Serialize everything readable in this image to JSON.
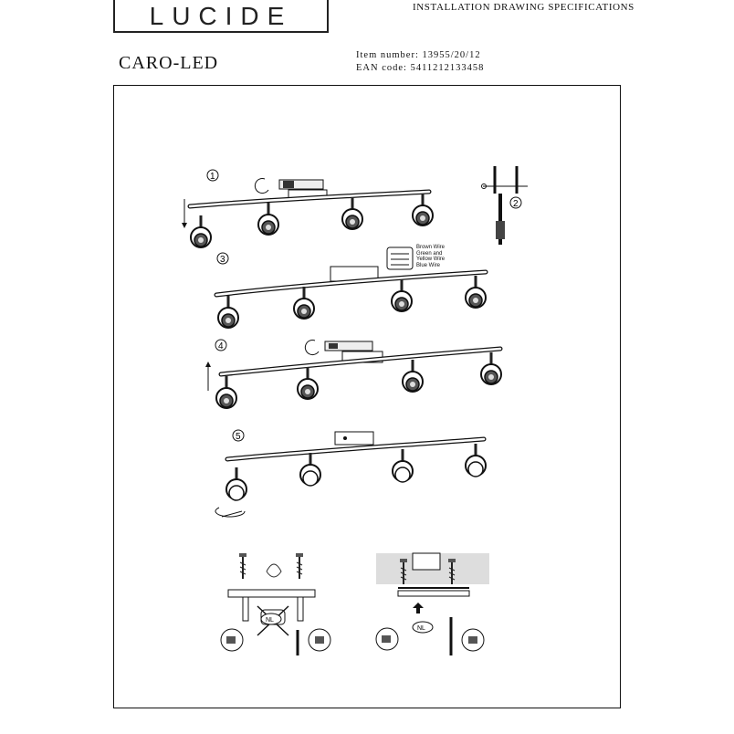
{
  "header": {
    "brand": "LUCIDE",
    "spec_title": "INSTALLATION DRAWING SPECIFICATIONS",
    "product_name": "CARO-LED",
    "item_number_line": "Item number: 13955/20/12",
    "ean_line": "EAN code: 5411212133458"
  },
  "steps": [
    "1",
    "2",
    "3",
    "4",
    "5"
  ],
  "wires": {
    "brown": "Brown Wire",
    "green_and": "Green and",
    "yellow": "Yellow Wire",
    "blue": "Blue Wire"
  },
  "badges": {
    "nl_left": "NL",
    "nl_right": "NL"
  }
}
